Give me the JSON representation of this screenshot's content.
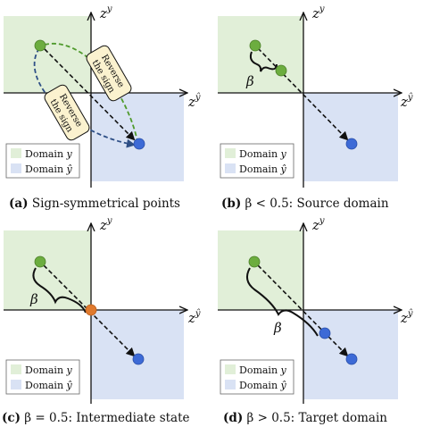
{
  "colors": {
    "domain_y_fill": "#e1efd8",
    "domain_yhat_fill": "#d9e2f4",
    "green_point": "#6cad3f",
    "blue_point": "#3d6ad6",
    "orange_point": "#e07a2e",
    "green_arrow": "#4f9a2c",
    "navy_arrow": "#2e4f86",
    "tag_fill": "#fbf2cf"
  },
  "axes": {
    "y_axis_label_base": "z",
    "y_axis_label_sup": "y",
    "x_axis_label_base": "z",
    "x_axis_label_sup": "ŷ"
  },
  "legend": {
    "domain_y_prefix": "Domain",
    "domain_y_var": "y",
    "domain_yhat_prefix": "Domain",
    "domain_yhat_var": "ŷ"
  },
  "panels": {
    "a": {
      "caption_tag": "(a)",
      "caption_text": "Sign-symmetrical points",
      "arrow_label_1_line1": "Reverse",
      "arrow_label_1_line2": "the sign",
      "arrow_label_2_line1": "Reverse",
      "arrow_label_2_line2": "the sign"
    },
    "b": {
      "caption_tag": "(b)",
      "caption_text": "β < 0.5: Source domain",
      "beta": "β"
    },
    "c": {
      "caption_tag": "(c)",
      "caption_text": "β = 0.5: Intermediate state",
      "beta": "β"
    },
    "d": {
      "caption_tag": "(d)",
      "caption_text": "β > 0.5: Target domain",
      "beta": "β"
    }
  }
}
